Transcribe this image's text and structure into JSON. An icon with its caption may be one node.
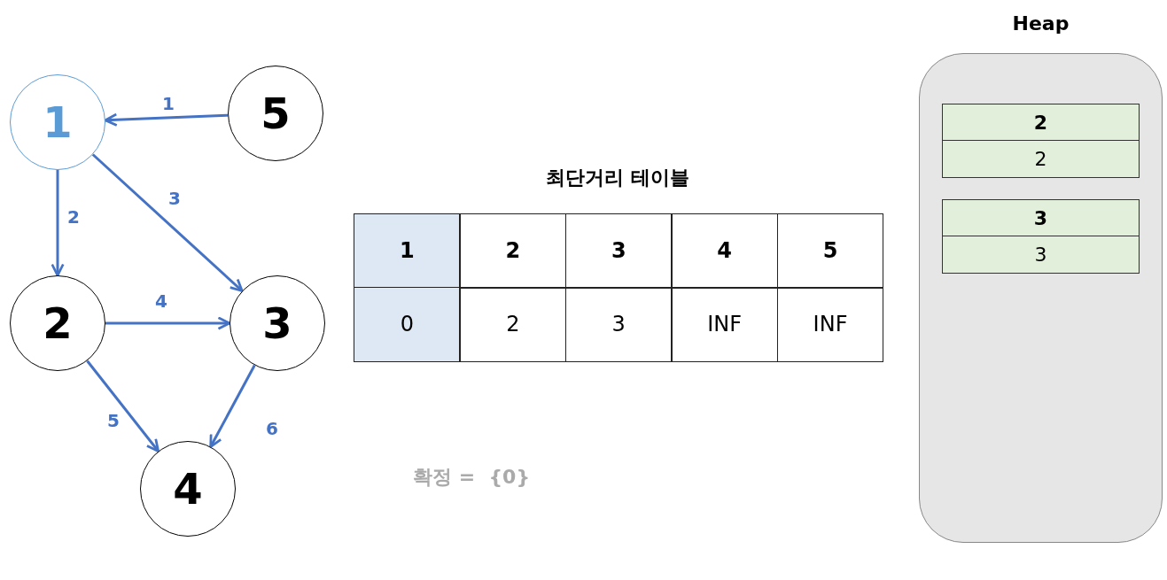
{
  "diagram": {
    "nodes": [
      {
        "text": [
          "1"
        ]
      },
      {
        "text": [
          "5"
        ]
      },
      {
        "text": [
          "2"
        ]
      },
      {
        "text": [
          "3"
        ]
      },
      {
        "text": [
          "4"
        ]
      },
      {
        "text": [
          "Heap"
        ]
      },
      {
        "text": [
          "2",
          "2"
        ],
        "in": 5
      },
      {
        "text": [
          "3",
          "3"
        ],
        "in": 5
      }
    ],
    "edges": [
      {
        "from": 1,
        "to": 0,
        "arrow": "to",
        "label": "1"
      },
      {
        "from": 0,
        "to": 2,
        "arrow": "to",
        "label": "2"
      },
      {
        "from": 0,
        "to": 3,
        "arrow": "to",
        "label": "3"
      },
      {
        "from": 2,
        "to": 3,
        "arrow": "to",
        "label": "4"
      },
      {
        "from": 2,
        "to": 4,
        "arrow": "to",
        "label": "5"
      },
      {
        "from": 3,
        "to": 4,
        "arrow": "to",
        "label": "6"
      }
    ],
    "labels": [
      "최단거리 테이블",
      "1",
      "2",
      "3",
      "4",
      "5",
      "0",
      "2",
      "3",
      "INF",
      "INF",
      "확정 =  {0}"
    ]
  }
}
